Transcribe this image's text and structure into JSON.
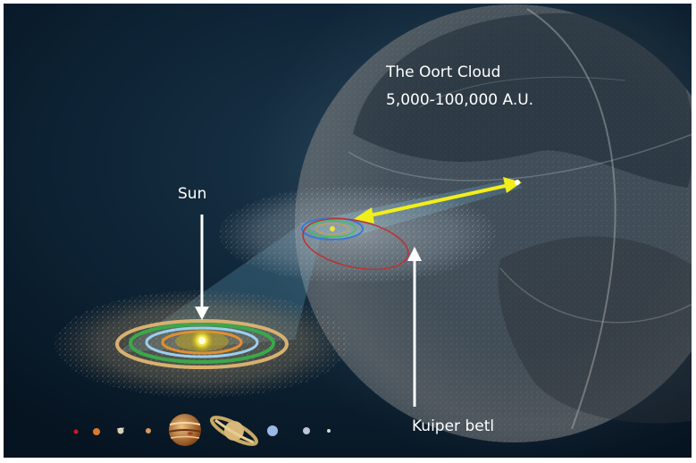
{
  "labels": {
    "oort_title": "The Oort Cloud",
    "oort_range": "5,000-100,000 A.U.",
    "sun": "Sun",
    "kuiper": "Kuiper betl"
  },
  "colors": {
    "background": "#ffffff",
    "space": "#0a1d2c",
    "distance_arrow": "#f2ee1a",
    "pointer_arrow": "#ffffff",
    "label_text": "#ffffff"
  },
  "planets": [
    {
      "name": "mercury-icon",
      "color": "#c81e1e"
    },
    {
      "name": "venus-icon",
      "color": "#e07828"
    },
    {
      "name": "earth-icon",
      "color": "#d8d0b0"
    },
    {
      "name": "mars-icon",
      "color": "#d89a60"
    },
    {
      "name": "jupiter-icon",
      "color": "#c8823c"
    },
    {
      "name": "saturn-icon",
      "color": "#d8b87a"
    },
    {
      "name": "uranus-icon",
      "color": "#9ab8e8"
    },
    {
      "name": "neptune-icon",
      "color": "#c0c4d8"
    },
    {
      "name": "pluto-icon",
      "color": "#e0d8c8"
    }
  ]
}
